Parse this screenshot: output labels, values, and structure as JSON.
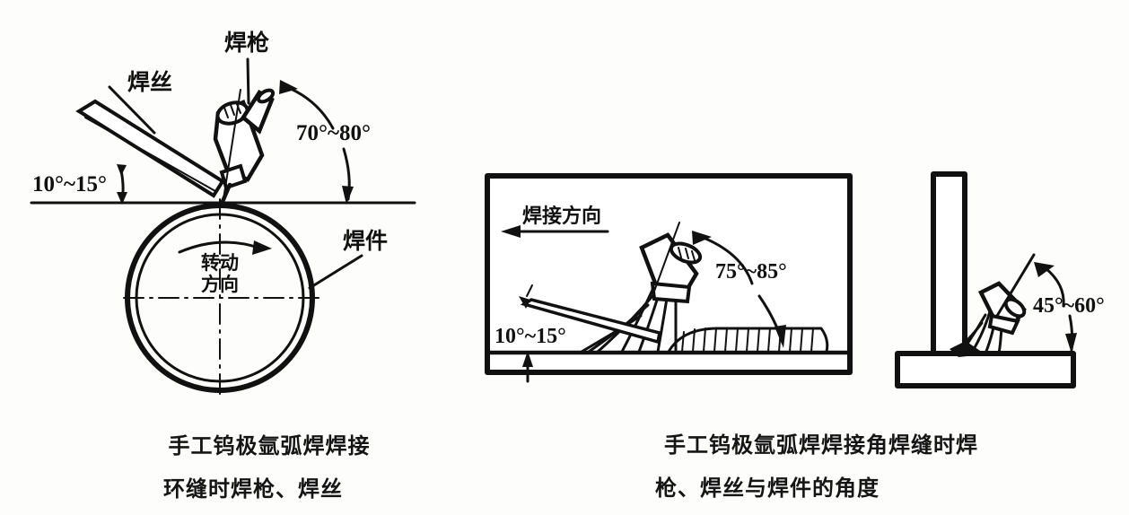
{
  "figure": {
    "title_left": "手工钨极氩弧焊焊接环缝时焊枪、焊丝",
    "title_right": "手工钨极氩弧焊焊接角焊缝时焊枪、焊丝与焊件的角度",
    "background_color": "#fdfdfb",
    "ink_color": "#111111"
  },
  "left_diagram": {
    "name": "circumferential-seam-welding",
    "labels": {
      "filler_wire": "焊丝",
      "welding_torch": "焊枪",
      "workpiece": "焊件",
      "rotation_line1": "转动",
      "rotation_line2": "方向"
    },
    "angles": {
      "wire_to_surface": "10°~15°",
      "torch_to_surface": "70°~80°"
    },
    "caption_line1": "手工钨极氩弧焊焊接",
    "caption_line2": "环缝时焊枪、焊丝"
  },
  "middle_diagram": {
    "name": "flat-position-welding",
    "labels": {
      "welding_direction": "焊接方向"
    },
    "angles": {
      "wire_to_surface": "10°~15°",
      "torch_to_surface": "75°~85°"
    }
  },
  "right_diagram": {
    "name": "fillet-weld-welding",
    "angles": {
      "torch_to_plate": "45°~60°"
    }
  },
  "right_caption": {
    "line1": "手工钨极氩弧焊焊接角焊缝时焊",
    "line2": "枪、焊丝与焊件的角度"
  }
}
